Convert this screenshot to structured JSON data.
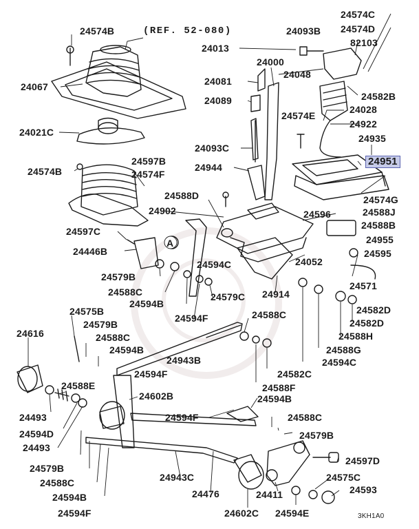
{
  "diagram": {
    "reference": "(REF. 52-080)",
    "code": "3KH1A0",
    "highlighted": "24951",
    "callout": "A",
    "labels": {
      "p24574C_top": "24574C",
      "p24574B_top": "24574B",
      "p24093B": "24093B",
      "p24574D": "24574D",
      "p82103": "82103",
      "p24013": "24013",
      "p24000": "24000",
      "p24048": "24048",
      "p24067": "24067",
      "p24081": "24081",
      "p24582B_top": "24582B",
      "p24089": "24089",
      "p24028": "24028",
      "p24574E": "24574E",
      "p24922": "24922",
      "p24021C": "24021C",
      "p24935": "24935",
      "p24093C": "24093C",
      "p24951": "24951",
      "p24597B_top": "24597B",
      "p24944": "24944",
      "p24574B_mid": "24574B",
      "p24574F": "24574F",
      "p24588D": "24588D",
      "p24574G": "24574G",
      "p24596": "24596",
      "p24588J": "24588J",
      "p24902": "24902",
      "p24588B": "24588B",
      "p24597C": "24597C",
      "p24955": "24955",
      "p24446B": "24446B",
      "p24595": "24595",
      "p24594C_mid": "24594C",
      "p24052": "24052",
      "p24579B_left": "24579B",
      "p24571": "24571",
      "p24588C_left": "24588C",
      "p24579C": "24579C",
      "p24914": "24914",
      "p24594B_left": "24594B",
      "p24582D": "24582D",
      "p24575B": "24575B",
      "p24588C_mid": "24588C",
      "p24594F_mid": "24594F",
      "p24582D_2": "24582D",
      "p24579B_mid": "24579B",
      "p24616": "24616",
      "p24588C_mid2": "24588C",
      "p24588H": "24588H",
      "p24594B_mid": "24594B",
      "p24588G": "24588G",
      "p24943B": "24943B",
      "p24594C_low": "24594C",
      "p24594F_low": "24594F",
      "p24582C": "24582C",
      "p24588E": "24588E",
      "p24588F": "24588F",
      "p24602B": "24602B",
      "p24493_a": "24493",
      "p24594B_low": "24594B",
      "p24594F_low2": "24594F",
      "p24588C_low": "24588C",
      "p24594D": "24594D",
      "p24579B_low": "24579B",
      "p24493_b": "24493",
      "p24597D": "24597D",
      "p24579B_bot": "24579B",
      "p24575C": "24575C",
      "p24588C_bot": "24588C",
      "p24943C": "24943C",
      "p24594B_bot": "24594B",
      "p24476": "24476",
      "p24411": "24411",
      "p24593": "24593",
      "p24594F_bot": "24594F",
      "p24602C": "24602C",
      "p24594E": "24594E"
    }
  }
}
